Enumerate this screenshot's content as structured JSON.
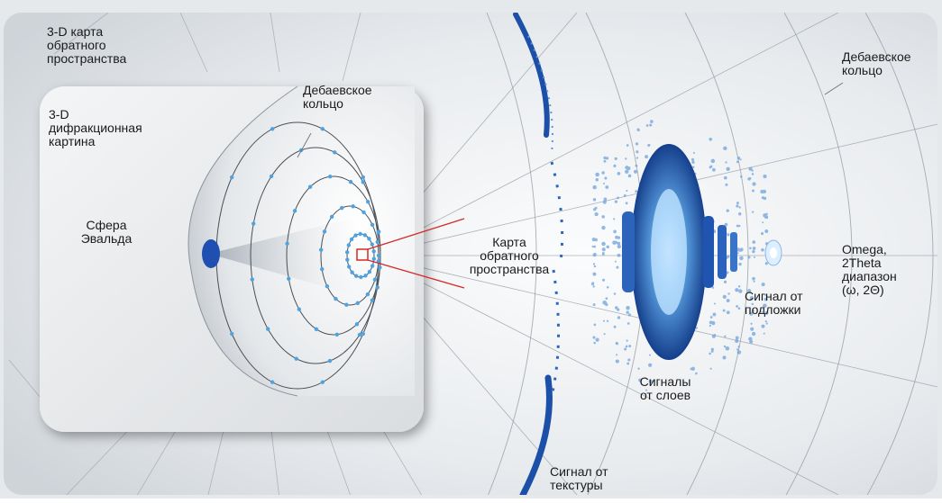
{
  "labels": {
    "reciprocal_map_3d": "3-D карта\nобратного\nпространства",
    "diffraction_3d": "3-D\nдифракционная\nкартина",
    "debye_ring_inset": "Дебаевское\nкольцо",
    "ewald_sphere": "Сфера\nЭвальда",
    "reciprocal_map": "Карта\nобратного\nпространства",
    "debye_ring_main": "Дебаевское\nкольцо",
    "omega_range": "Omega,\n2Theta\nдиапазон\n(ω, 2Θ)",
    "substrate_signal": "Сигнал от\nподложки",
    "layer_signals": "Сигналы\nот слоев",
    "texture_signal": "Сигнал от\nтекстуры"
  },
  "colors": {
    "background": "#e9ecef",
    "panel": "#f1f3f5",
    "accent_blue": "#1f5fbf",
    "spot_light": "#7ec0ea",
    "callout_red": "#d62828",
    "grid_line": "#9aa1a8"
  }
}
